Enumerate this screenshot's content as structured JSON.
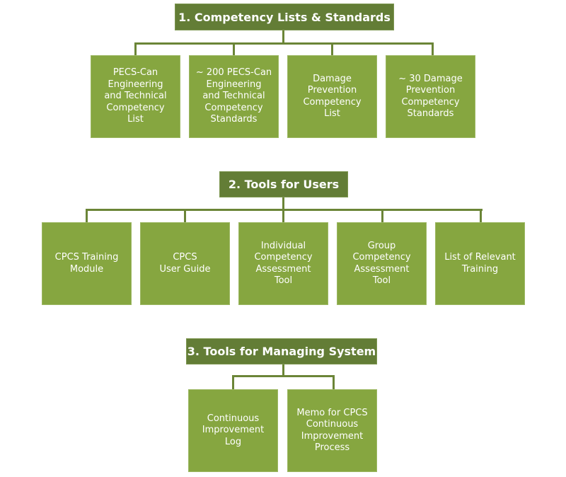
{
  "colors": {
    "heading_fill": "#637d36",
    "box_fill": "#86a640",
    "connector": "#6b8537",
    "text": "#ffffff"
  },
  "sections": [
    {
      "title": "1. Competency Lists & Standards",
      "items": [
        "PECS-Can\nEngineering\nand Technical\nCompetency\nList",
        "~ 200 PECS-Can\nEngineering\nand Technical\nCompetency\nStandards",
        "Damage\nPrevention\nCompetency\nList",
        "~ 30 Damage\nPrevention\nCompetency\nStandards"
      ]
    },
    {
      "title": "2. Tools for Users",
      "items": [
        "CPCS Training\nModule",
        "CPCS\nUser Guide",
        "Individual\nCompetency\nAssessment\nTool",
        "Group\nCompetency\nAssessment\nTool",
        "List of Relevant\nTraining"
      ]
    },
    {
      "title": "3. Tools for Managing System",
      "items": [
        "Continuous\nImprovement\nLog",
        "Memo for CPCS\nContinuous\nImprovement\nProcess"
      ]
    }
  ]
}
